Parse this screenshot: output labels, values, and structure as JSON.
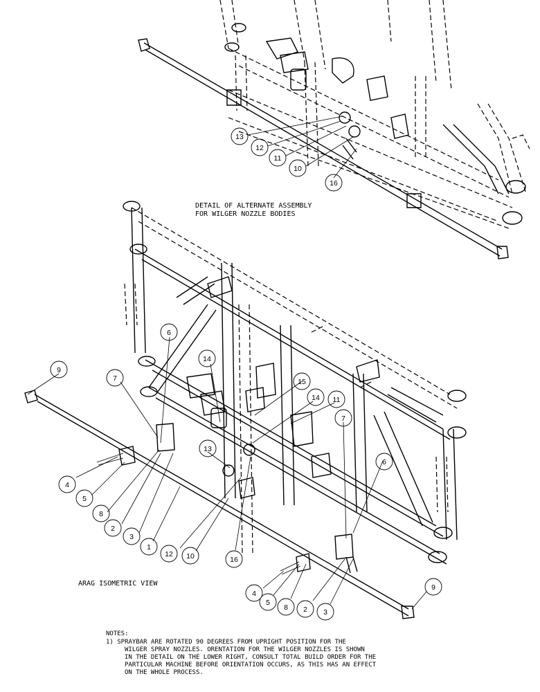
{
  "captions": {
    "detail_line1": "DETAIL OF ALTERNATE ASSEMBLY",
    "detail_line2": "FOR WILGER NOZZLE BODIES",
    "arag_view": "ARAG ISOMETRIC VIEW"
  },
  "callouts": {
    "top": [
      "13",
      "12",
      "11",
      "10",
      "16"
    ],
    "main": [
      "9",
      "6",
      "7",
      "14",
      "15",
      "14",
      "11",
      "7",
      "6",
      "13",
      "4",
      "5",
      "8",
      "2",
      "3",
      "1",
      "12",
      "10",
      "16",
      "4",
      "5",
      "8",
      "2",
      "3",
      "9"
    ]
  },
  "notes": {
    "title": "NOTES:",
    "line1": "1)  SPRAYBAR ARE ROTATED 90 DEGREES FROM UPRIGHT POSITION FOR THE",
    "line2": "WILGER SPRAY NOZZLES.  ORENTATION FOR THE WILGER NOZZLES IS SHOWN",
    "line3": "IN THE DETAIL ON THE LOWER RIGHT,  CONSULT TOTAL BUILD ORDER FOR THE",
    "line4": "PARTICULAR MACHINE BEFORE ORIENTATION OCCURS, AS THIS HAS AN EFFECT",
    "line5": "ON THE WHOLE PROCESS."
  }
}
